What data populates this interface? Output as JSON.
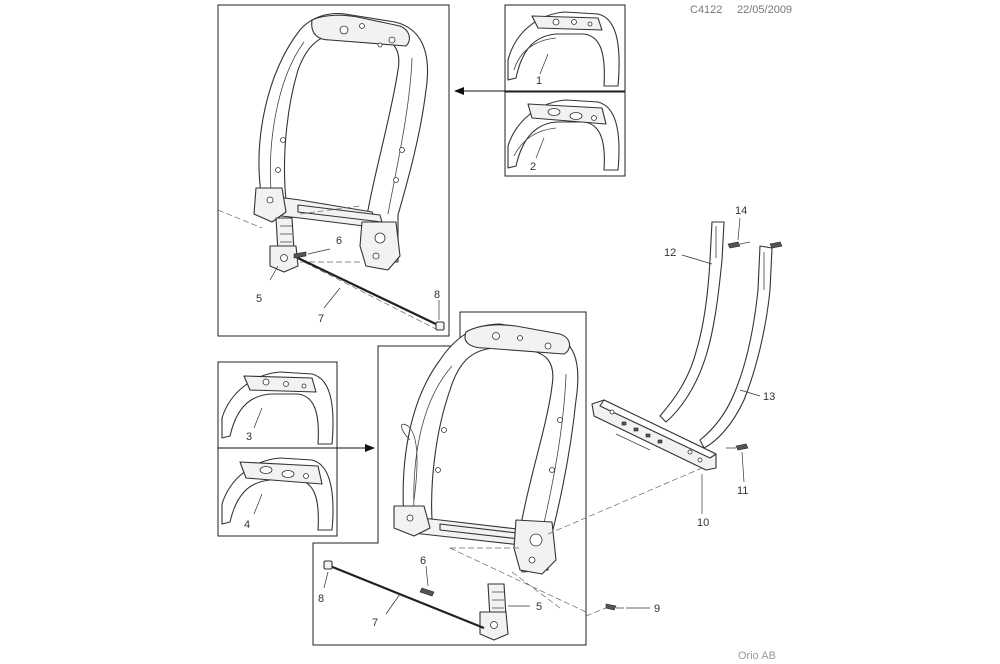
{
  "header": {
    "code": "C4122",
    "date": "22/05/2009"
  },
  "footer": {
    "brand": "Orio AB"
  },
  "callouts": {
    "c1": "1",
    "c2": "2",
    "c3": "3",
    "c4": "4",
    "c5a": "5",
    "c6a": "6",
    "c7a": "7",
    "c8a": "8",
    "c5b": "5",
    "c6b": "6",
    "c7b": "7",
    "c8b": "8",
    "c9": "9",
    "c10": "10",
    "c11": "11",
    "c12": "12",
    "c13": "13",
    "c14": "14"
  }
}
